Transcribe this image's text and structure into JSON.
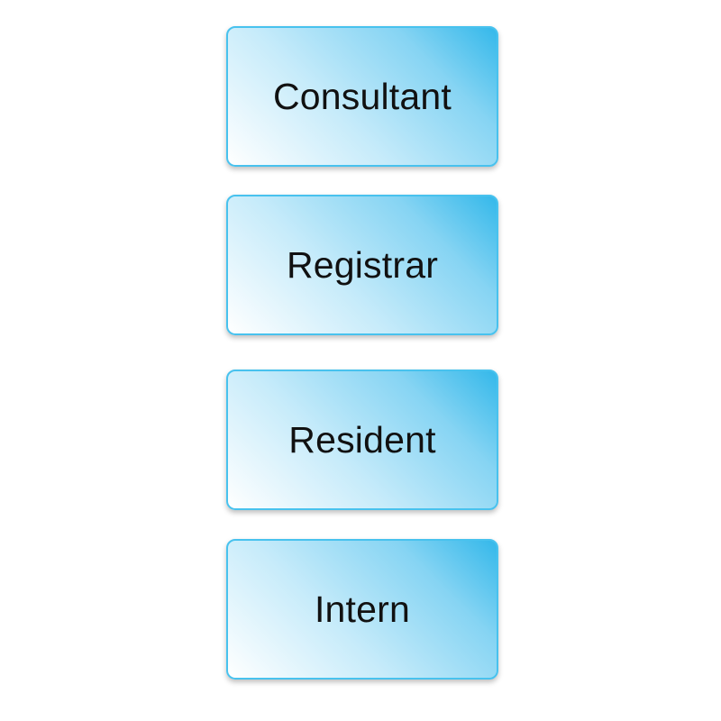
{
  "diagram": {
    "boxes": [
      {
        "label": "Consultant"
      },
      {
        "label": "Registrar"
      },
      {
        "label": "Resident"
      },
      {
        "label": "Intern"
      }
    ]
  },
  "colors": {
    "box_gradient_start": "#ffffff",
    "box_gradient_end": "#34b8ea",
    "box_border": "#48c2ee",
    "text": "#111111"
  }
}
